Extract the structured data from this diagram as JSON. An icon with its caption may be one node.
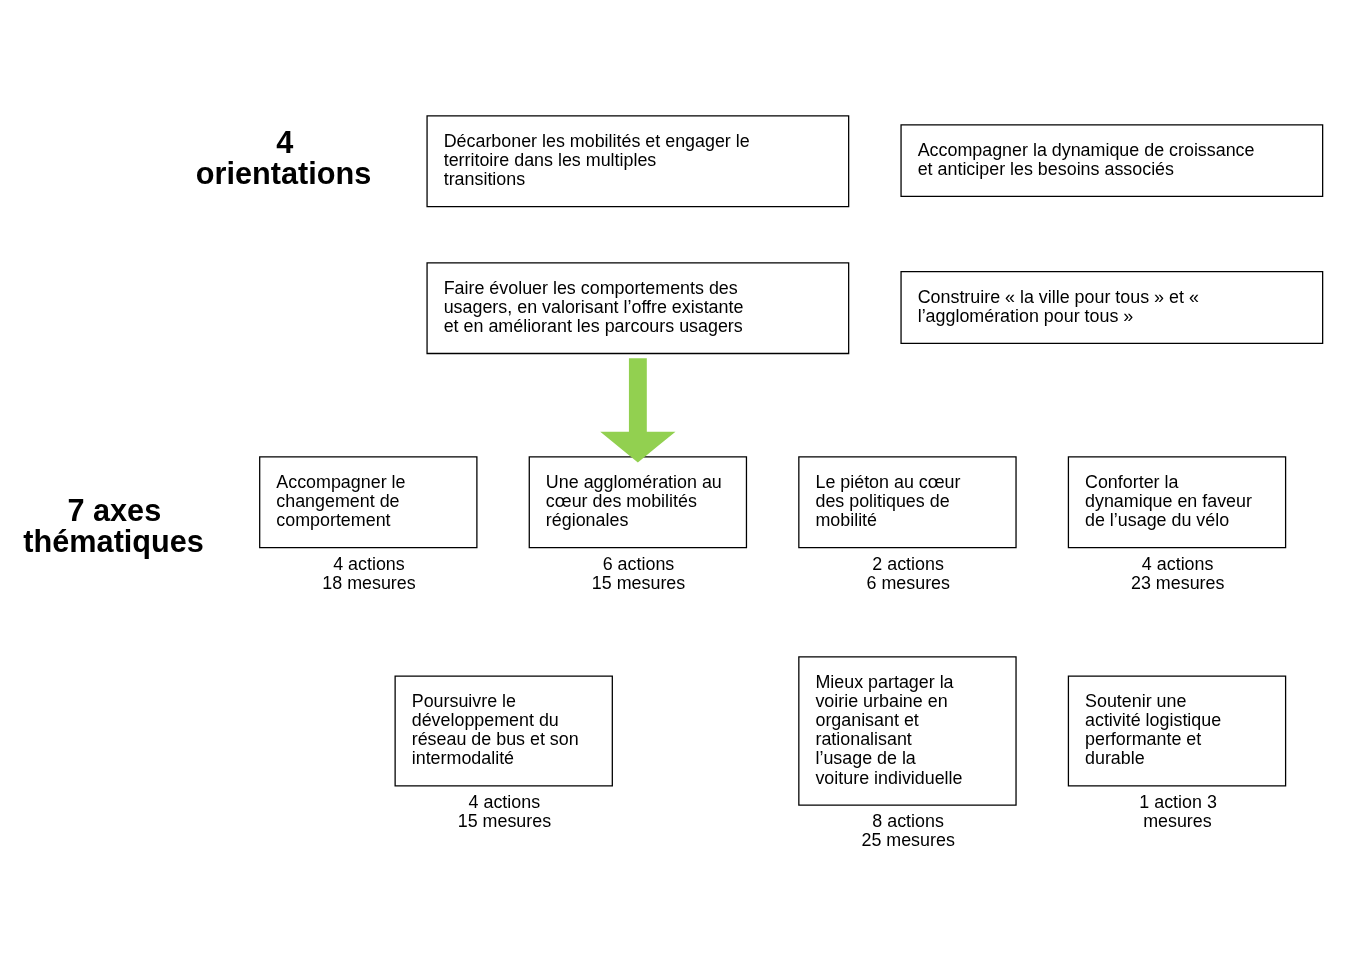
{
  "diagram": {
    "nodes": [
      {
        "text": [
          "Décarboner les mobilités et engager le territoire dans les multiples transitions"
        ]
      },
      {
        "text": [
          "Accompagner la dynamique de croissance et anticiper les besoins associés"
        ]
      },
      {
        "text": [
          "Faire évoluer les comportements des usagers, en valorisant l’offre existante et en améliorant les parcours usagers"
        ]
      },
      {
        "text": [
          "Construire « la ville pour tous » et « l’agglomération pour tous »"
        ]
      },
      {
        "text": [
          "Accompagner le changement de comportement"
        ],
        "beside": [
          "4 actions 18 mesures"
        ]
      },
      {
        "text": [
          "Une agglomération au cœur des mobilités régionales"
        ],
        "beside": [
          "6 actions 15 mesures"
        ]
      },
      {
        "text": [
          "Le piéton au cœur des politiques de mobilité"
        ],
        "beside": [
          "2 actions 6 mesures"
        ]
      },
      {
        "text": [
          "Conforter la dynamique en faveur de l’usage du vélo"
        ],
        "beside": [
          "4 actions 23 mesures"
        ]
      },
      {
        "text": [
          "Poursuivre le développement du réseau de bus et son intermodalité"
        ],
        "beside": [
          "4 actions 15 mesures"
        ]
      },
      {
        "text": [
          "Mieux partager la voirie urbaine en organisant et rationalisant l’usage de la voiture individuelle"
        ],
        "beside": [
          "8 actions 25 mesures"
        ]
      },
      {
        "text": [
          "Soutenir une activité logistique performante et durable"
        ],
        "beside": [
          "1 action 3 mesures"
        ]
      }
    ],
    "edges": [
      {
        "from": 2,
        "to": 5,
        "arrow": "to",
        "color": "#92d050"
      }
    ],
    "labels": [
      "4 orientations",
      "7 axes thématiques"
    ]
  }
}
